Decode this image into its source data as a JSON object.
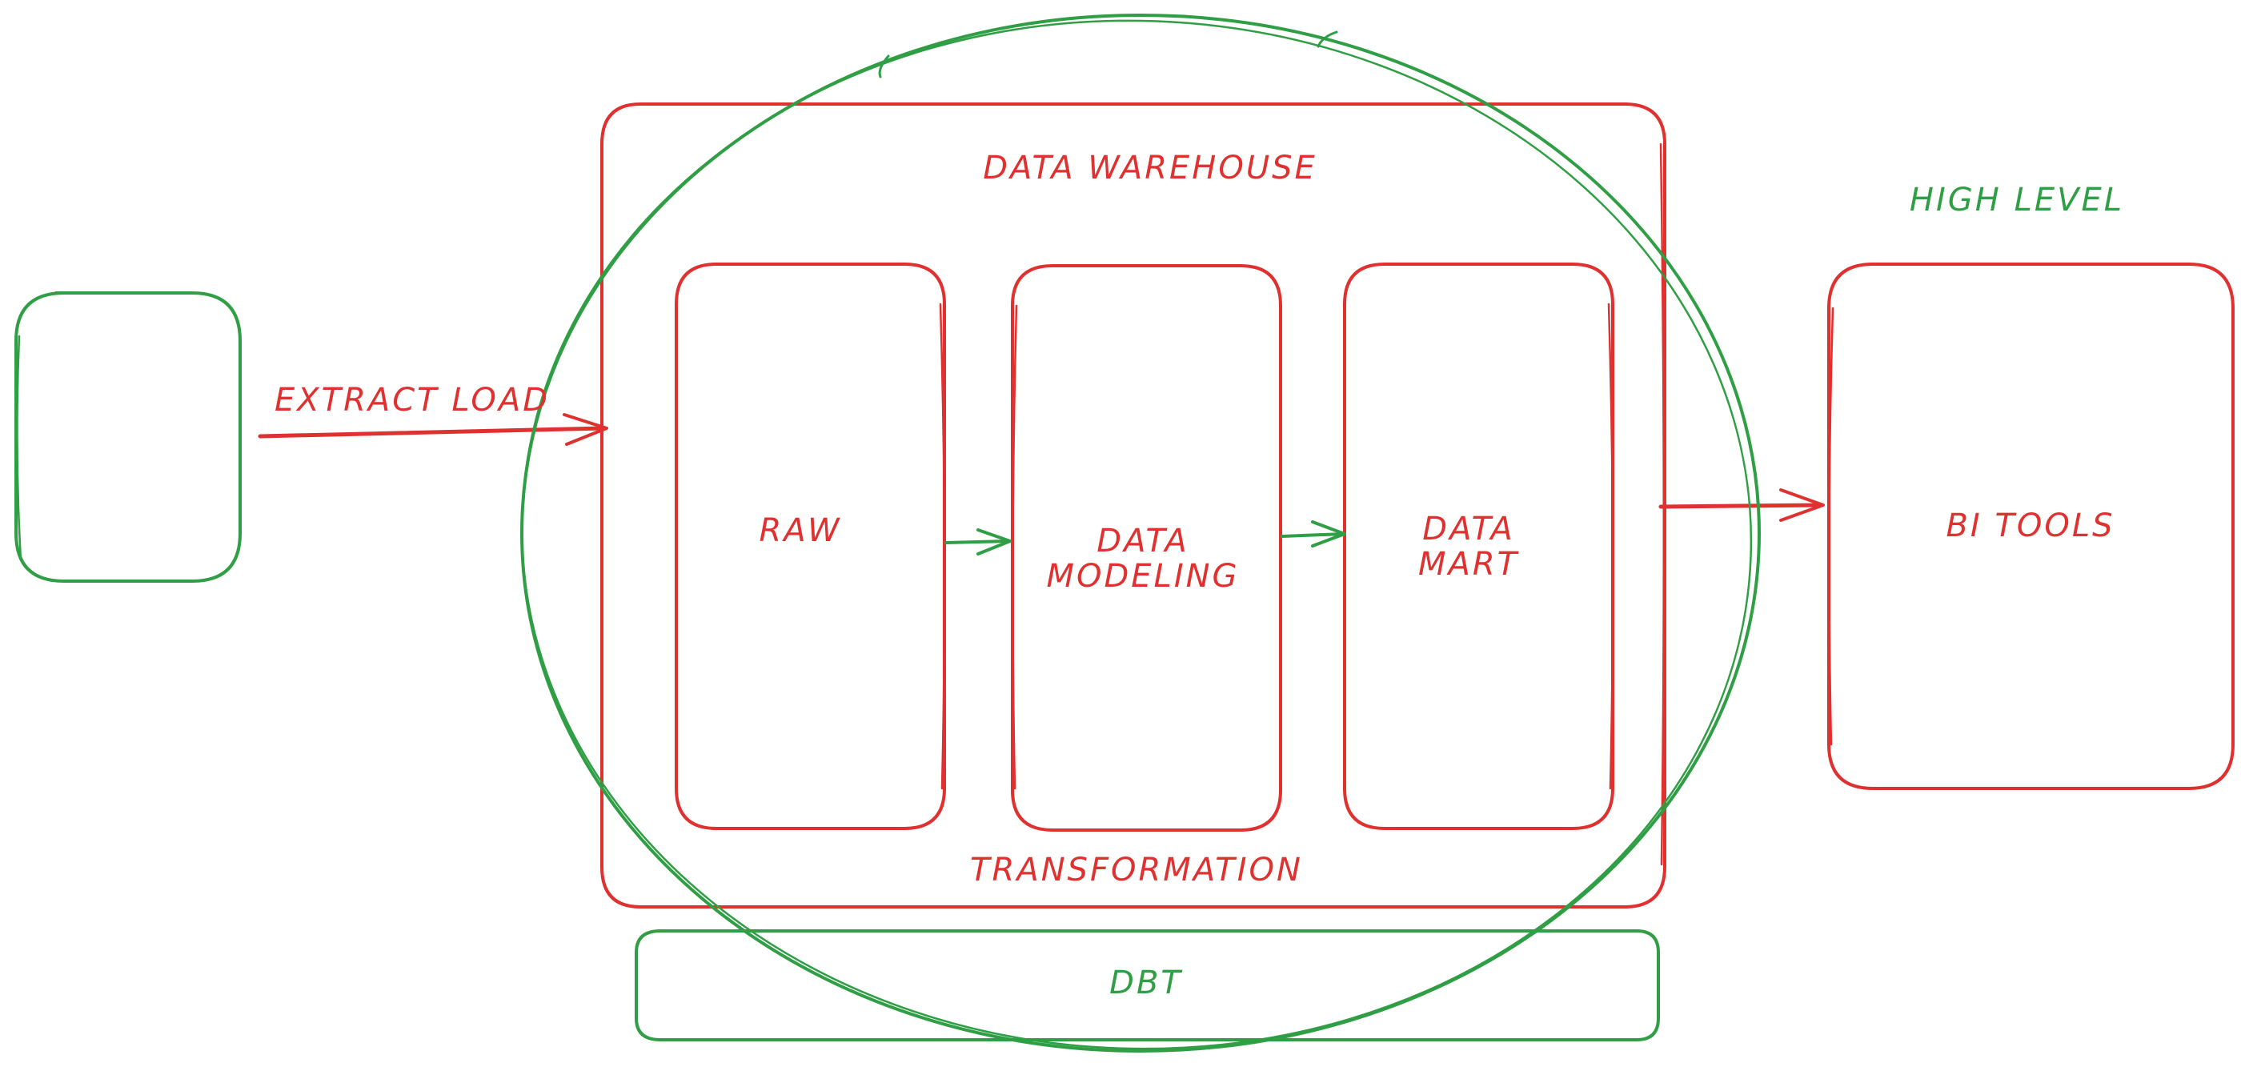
{
  "colors": {
    "red": "#e03131",
    "green": "#2f9e44",
    "background": "#ffffff"
  },
  "labels": {
    "extract_load": "EXTRACT LOAD",
    "data_warehouse": "DATA WAREHOUSE",
    "raw": "RAW",
    "data_modeling": "DATA\nMODELING",
    "data_mart": "DATA\nMART",
    "transformation": "TRANSFORMATION",
    "high_level": "HIGH LEVEL",
    "bi_tools": "BI TOOLS",
    "dbt": "DBT"
  }
}
